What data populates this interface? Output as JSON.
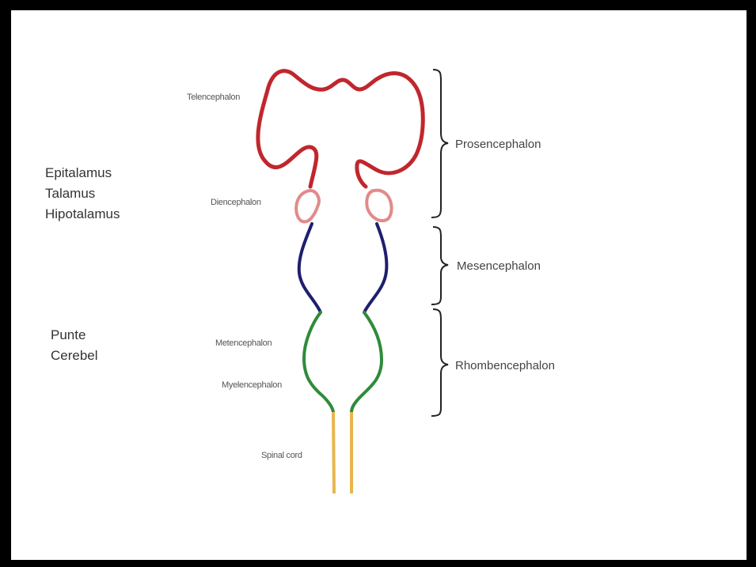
{
  "labels": {
    "telencephalon": "Telencephalon",
    "diencephalon": "Diencephalon",
    "metencephalon": "Metencephalon",
    "myelencephalon": "Myelencephalon",
    "spinal_cord": "Spinal cord"
  },
  "regions": {
    "prosencephalon": "Prosencephalon",
    "mesencephalon": "Mesencephalon",
    "rhombencephalon": "Rhombencephalon"
  },
  "notes": {
    "diencephalon_parts": [
      "Epitalamus",
      "Talamus",
      "Hipotalamus"
    ],
    "rhombencephalon_parts": [
      "Punte",
      "Cerebel"
    ]
  },
  "colors": {
    "telencephalon": "#c0272d",
    "diencephalon": "#e28a8a",
    "mesencephalon": "#1f1f6e",
    "rhombencephalon": "#2e8b3a",
    "spinal_cord": "#e8b64c"
  }
}
